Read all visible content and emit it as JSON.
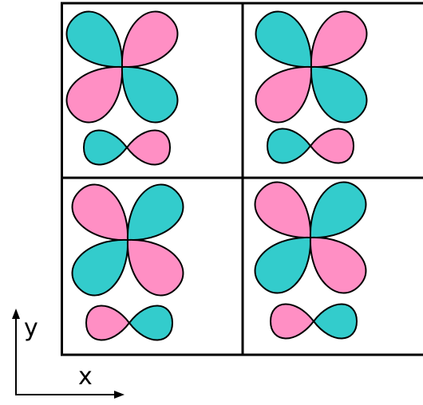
{
  "colors": {
    "teal": "#33cccc",
    "pink": "#ff8fc4",
    "outline": "#000000",
    "background": "#ffffff"
  },
  "axes": {
    "x_label": "x",
    "y_label": "y"
  },
  "panels": [
    {
      "clover": [
        "teal",
        "pink",
        "pink",
        "teal"
      ],
      "pair": [
        "teal",
        "pink"
      ]
    },
    {
      "clover": [
        "teal",
        "pink",
        "pink",
        "teal"
      ],
      "pair": [
        "teal",
        "pink"
      ]
    },
    {
      "clover": [
        "pink",
        "teal",
        "teal",
        "pink"
      ],
      "pair": [
        "pink",
        "teal"
      ]
    },
    {
      "clover": [
        "pink",
        "teal",
        "teal",
        "pink"
      ],
      "pair": [
        "pink",
        "teal"
      ]
    }
  ]
}
